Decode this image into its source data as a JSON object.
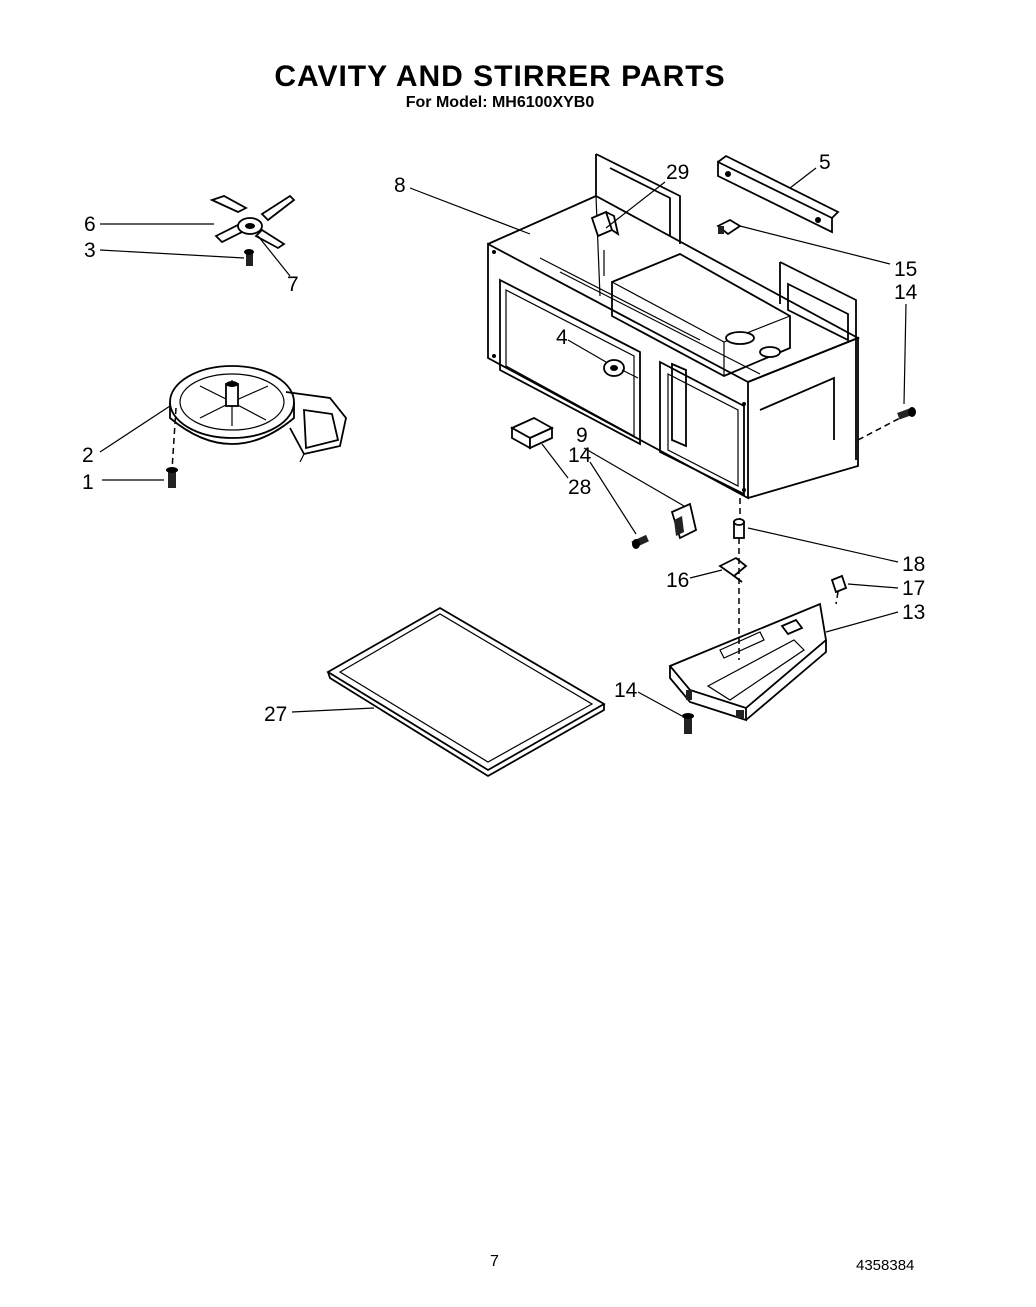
{
  "header": {
    "title": "CAVITY AND STIRRER PARTS",
    "subtitle": "For Model: MH6100XYB0"
  },
  "footer": {
    "page_number": "7",
    "doc_code": "4358384"
  },
  "callouts": {
    "c1": "1",
    "c2": "2",
    "c3": "3",
    "c4": "4",
    "c5": "5",
    "c6": "6",
    "c7": "7",
    "c8": "8",
    "c9": "9",
    "c13": "13",
    "c14_right": "14",
    "c14_mid": "14",
    "c14_bottom": "14",
    "c15": "15",
    "c16": "16",
    "c17": "17",
    "c18": "18",
    "c27": "27",
    "c28": "28",
    "c29": "29"
  }
}
